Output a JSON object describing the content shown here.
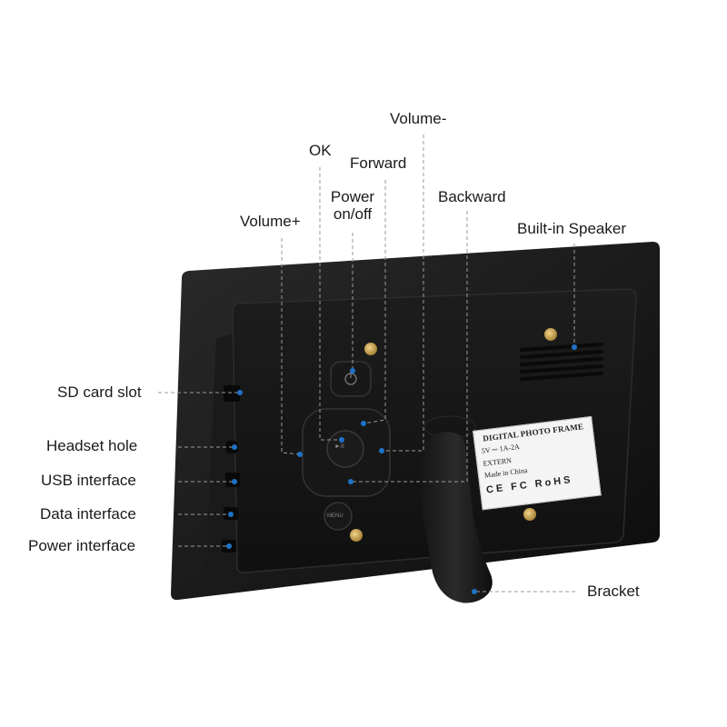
{
  "labels": {
    "volume_minus": "Volume-",
    "ok": "OK",
    "forward": "Forward",
    "power_line1": "Power",
    "power_line2": "on/off",
    "backward": "Backward",
    "volume_plus": "Volume+",
    "builtin_speaker": "Built-in Speaker",
    "sd_card_slot": "SD card slot",
    "headset_hole": "Headset hole",
    "usb_interface": "USB interface",
    "data_interface": "Data interface",
    "power_interface": "Power interface",
    "bracket": "Bracket"
  },
  "sticker": {
    "title": "DIGITAL PHOTO FRAME",
    "rating": "5V ⎓ 1A-2A",
    "extern": "EXTERN",
    "origin": "Made in China",
    "certs": "CE FC RoHS"
  },
  "buttons": {
    "play_pause": "►II",
    "menu": "MENU"
  },
  "colors": {
    "frame": "#121212",
    "leader_line": "#9a9a9a",
    "marker_dot": "#1e73c8",
    "screw": "#c9a24a"
  }
}
